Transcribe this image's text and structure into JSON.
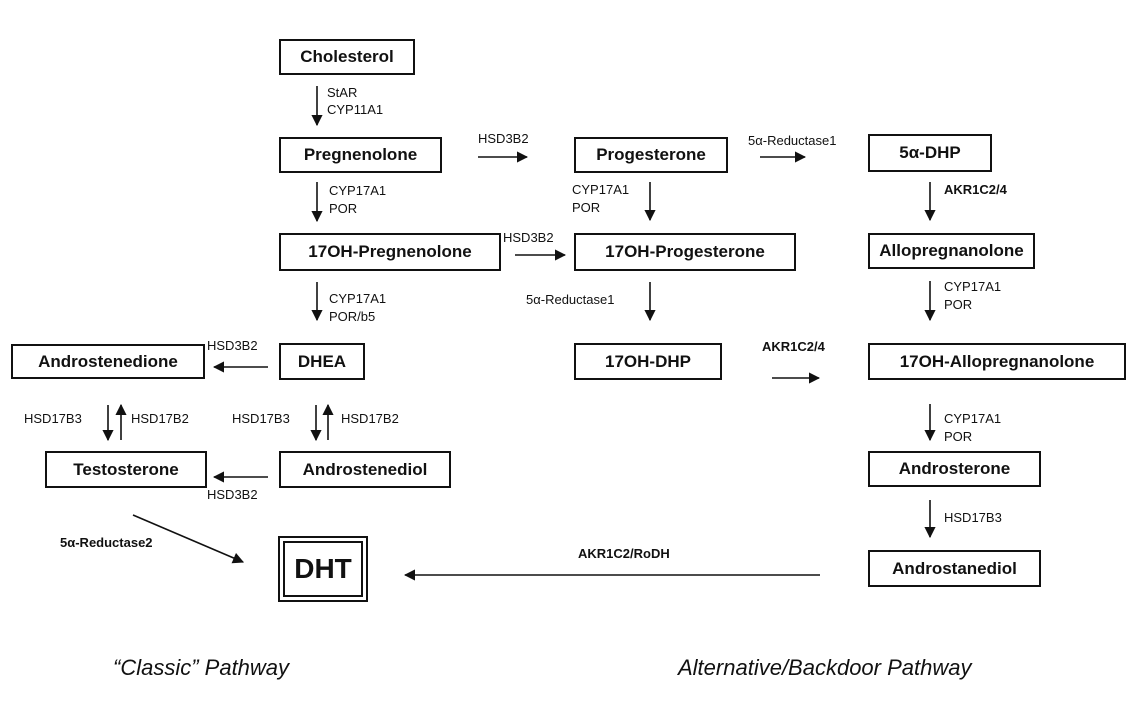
{
  "nodes": {
    "cholesterol": "Cholesterol",
    "pregnenolone": "Pregnenolone",
    "oh17_pregnenolone": "17OH-Pregnenolone",
    "dhea": "DHEA",
    "androstenedione": "Androstenedione",
    "testosterone": "Testosterone",
    "androstenediol": "Androstenediol",
    "dht": "DHT",
    "progesterone": "Progesterone",
    "oh17_progesterone": "17OH-Progesterone",
    "oh17_dhp": "17OH-DHP",
    "dhp5a": "5α-DHP",
    "allopregnanolone": "Allopregnanolone",
    "oh17_allopregnanolone": "17OH-Allopregnanolone",
    "androsterone": "Androsterone",
    "androstanediol": "Androstanediol"
  },
  "enzymes": {
    "star": "StAR",
    "cyp11a1": "CYP11A1",
    "cyp17a1_1": "CYP17A1",
    "por_1": "POR",
    "cyp17a1_2": "CYP17A1",
    "por_b5": "POR/b5",
    "hsd3b2_preg_prog": "HSD3B2",
    "hsd3b2_17oh": "HSD3B2",
    "hsd3b2_dhea": "HSD3B2",
    "hsd3b2_adiol": "HSD3B2",
    "hsd17b3_left": "HSD17B3",
    "hsd17b2_left": "HSD17B2",
    "hsd17b3_mid": "HSD17B3",
    "hsd17b2_mid": "HSD17B2",
    "red2": "5α-Reductase2",
    "cyp17a1_prog": "CYP17A1",
    "por_prog": "POR",
    "red1_17oh": "5α-Reductase1",
    "red1_prog": "5α-Reductase1",
    "akr_dhp": "AKR1C2/4",
    "akr_mid": "AKR1C2/4",
    "cyp17a1_allo": "CYP17A1",
    "por_allo": "POR",
    "cyp17a1_oh17allo": "CYP17A1",
    "por_oh17allo": "POR",
    "hsd17b3_right": "HSD17B3",
    "akr_rodh": "AKR1C2/RoDH"
  },
  "captions": {
    "classic": "“Classic” Pathway",
    "alternative": "Alternative/Backdoor Pathway"
  },
  "colors": {
    "ink": "#111111",
    "background": "#ffffff"
  }
}
